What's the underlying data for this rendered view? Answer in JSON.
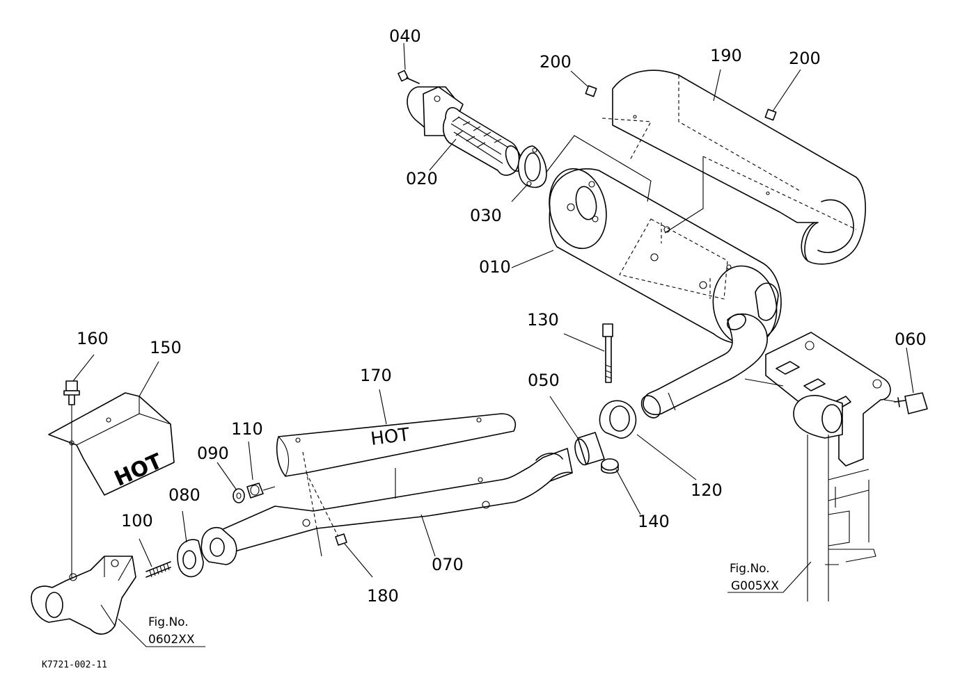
{
  "drawing_code": "K7721-002-11",
  "callouts": [
    {
      "id": "p010",
      "text": "010"
    },
    {
      "id": "p020",
      "text": "020"
    },
    {
      "id": "p030",
      "text": "030"
    },
    {
      "id": "p040",
      "text": "040"
    },
    {
      "id": "p050",
      "text": "050"
    },
    {
      "id": "p060",
      "text": "060"
    },
    {
      "id": "p070",
      "text": "070"
    },
    {
      "id": "p080",
      "text": "080"
    },
    {
      "id": "p090",
      "text": "090"
    },
    {
      "id": "p100",
      "text": "100"
    },
    {
      "id": "p110",
      "text": "110"
    },
    {
      "id": "p120",
      "text": "120"
    },
    {
      "id": "p130",
      "text": "130"
    },
    {
      "id": "p140",
      "text": "140"
    },
    {
      "id": "p150",
      "text": "150"
    },
    {
      "id": "p160",
      "text": "160"
    },
    {
      "id": "p170",
      "text": "170"
    },
    {
      "id": "p180",
      "text": "180"
    },
    {
      "id": "p190",
      "text": "190"
    },
    {
      "id": "p200a",
      "text": "200"
    },
    {
      "id": "p200b",
      "text": "200"
    }
  ],
  "figure_refs": [
    {
      "id": "ref_g005",
      "label": "Fig.No.",
      "code": "G005XX"
    },
    {
      "id": "ref_0602",
      "label": "Fig.No.",
      "code": "0602XX"
    }
  ],
  "shield_text": "HOT",
  "pipe_cover_text": "HOT"
}
